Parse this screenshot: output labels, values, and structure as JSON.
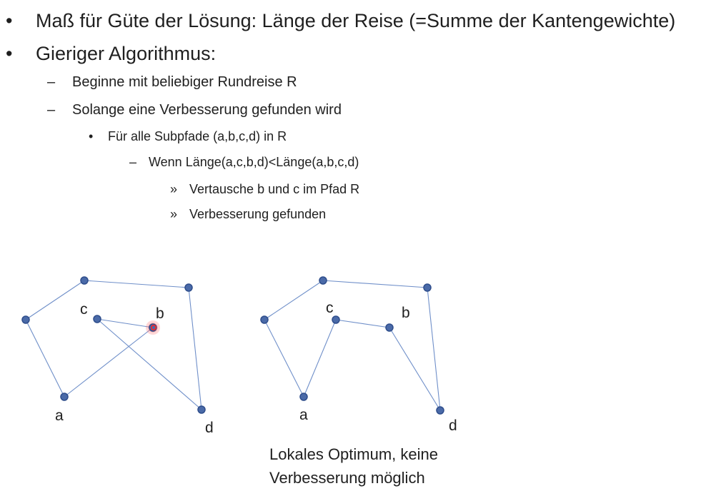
{
  "bullets": {
    "b1": "Maß für Güte der Lösung: Länge der Reise (=Summe der Kantengewichte)",
    "b2": "Gieriger Algorithmus:",
    "s1": "Beginne mit beliebiger Rundreise R",
    "s2": "Solange eine Verbesserung gefunden wird",
    "s3": "Für alle Subpfade (a,b,c,d) in R",
    "s4": "Wenn Länge(a,c,b,d)<Länge(a,b,c,d)",
    "s5": "Vertausche b und c im Pfad R",
    "s6": "Verbesserung gefunden"
  },
  "markers": {
    "bullet": "•",
    "dash": "–",
    "raquo": "»"
  },
  "diagram_left": {
    "labels": {
      "a": "a",
      "b": "b",
      "c": "c",
      "d": "d"
    },
    "highlight_color": "#ff2020"
  },
  "diagram_right": {
    "labels": {
      "a": "a",
      "b": "b",
      "c": "c",
      "d": "d"
    }
  },
  "caption": {
    "line1": "Lokales Optimum, keine",
    "line2": "Verbesserung möglich"
  },
  "colors": {
    "node": "#4a6aa8",
    "edge": "#6f8fc9"
  }
}
